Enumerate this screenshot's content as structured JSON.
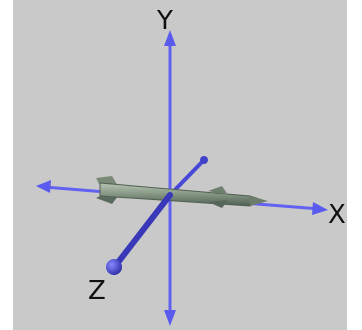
{
  "axes": {
    "x_label": "X",
    "y_label": "Y",
    "z_label": "Z"
  },
  "colors": {
    "background": "#c9c9c9",
    "axis": "#5c5cf0",
    "axis_dark": "#3030a0",
    "model_body": "#8a9a88",
    "model_shadow": "#4f5f52"
  },
  "model": {
    "icon": "missile-icon"
  }
}
